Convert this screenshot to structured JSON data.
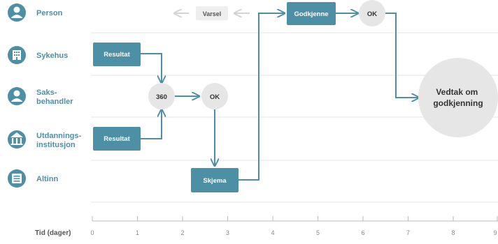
{
  "lanes": [
    {
      "id": "person",
      "label_lines": [
        "Person"
      ],
      "icon": "person-icon"
    },
    {
      "id": "sykehus",
      "label_lines": [
        "Sykehus"
      ],
      "icon": "hospital-building-icon"
    },
    {
      "id": "saksbehandler",
      "label_lines": [
        "Saks-",
        "behandler"
      ],
      "icon": "person-icon"
    },
    {
      "id": "utdanning",
      "label_lines": [
        "Utdannings-",
        "institusjon"
      ],
      "icon": "institution-building-icon"
    },
    {
      "id": "altinn",
      "label_lines": [
        "Altinn"
      ],
      "icon": "form-list-icon"
    }
  ],
  "nodes": {
    "varsel": "Varsel",
    "godkjenne": "Godkjenne",
    "ok_top": "OK",
    "resultat_sykehus": "Resultat",
    "node_360": "360",
    "ok_mid": "OK",
    "resultat_utdanning": "Resultat",
    "skjema": "Skjema",
    "vedtak_lines": [
      "Vedtak om",
      "godkjenning"
    ]
  },
  "axis": {
    "label": "Tid (dager)",
    "ticks": [
      "0",
      "1",
      "2",
      "3",
      "4",
      "5",
      "6",
      "7",
      "8",
      "9"
    ]
  },
  "colors": {
    "accent": "#4d8fa5",
    "box": "#4d8fa5",
    "circle": "#e6e6e6",
    "text_dark": "#333333",
    "arrow_faded": "#d3d3d3",
    "lane_line": "#eeeeee",
    "tick": "#bbbbbb"
  }
}
